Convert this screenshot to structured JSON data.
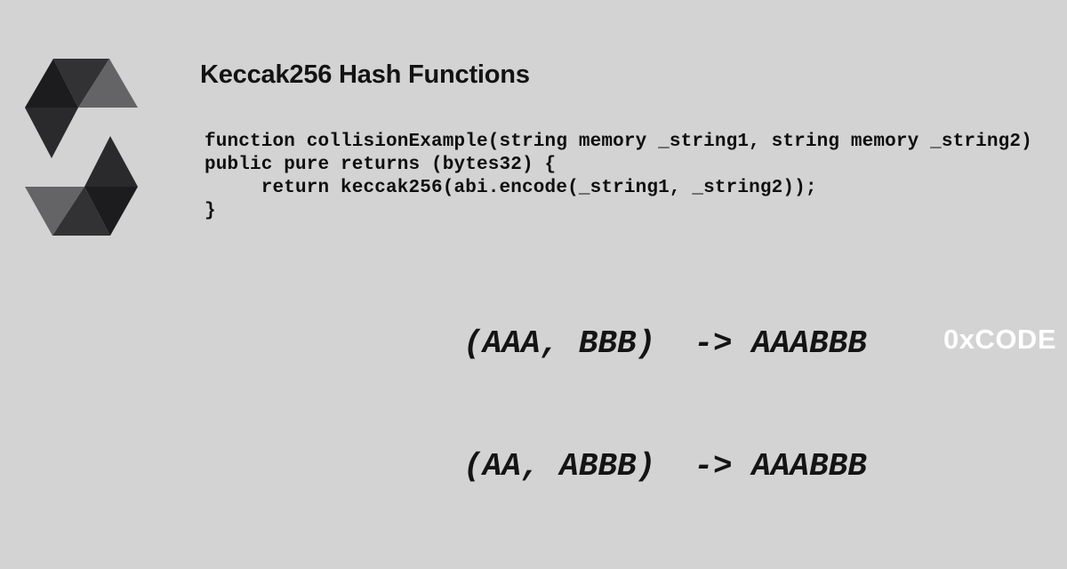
{
  "background": "#d3d3d3",
  "logo": {
    "label": "solidity-logo",
    "shades": {
      "darkest": "#1c1c1e",
      "dark": "#323234",
      "medium": "#2a2a2c",
      "light": "#646466"
    }
  },
  "header": {
    "title": "Keccak256 Hash Functions"
  },
  "code": {
    "lines": [
      "function collisionExample(string memory _string1, string memory _string2)",
      "public pure returns (bytes32) {",
      "     return keccak256(abi.encode(_string1, _string2));",
      "}"
    ]
  },
  "results": {
    "lines": [
      "(AAA, BBB)  -> AAABBB",
      "(AA, ABBB)  -> AAABBB"
    ]
  },
  "watermark": {
    "text": "0xCODE",
    "color": "#ffffff"
  }
}
